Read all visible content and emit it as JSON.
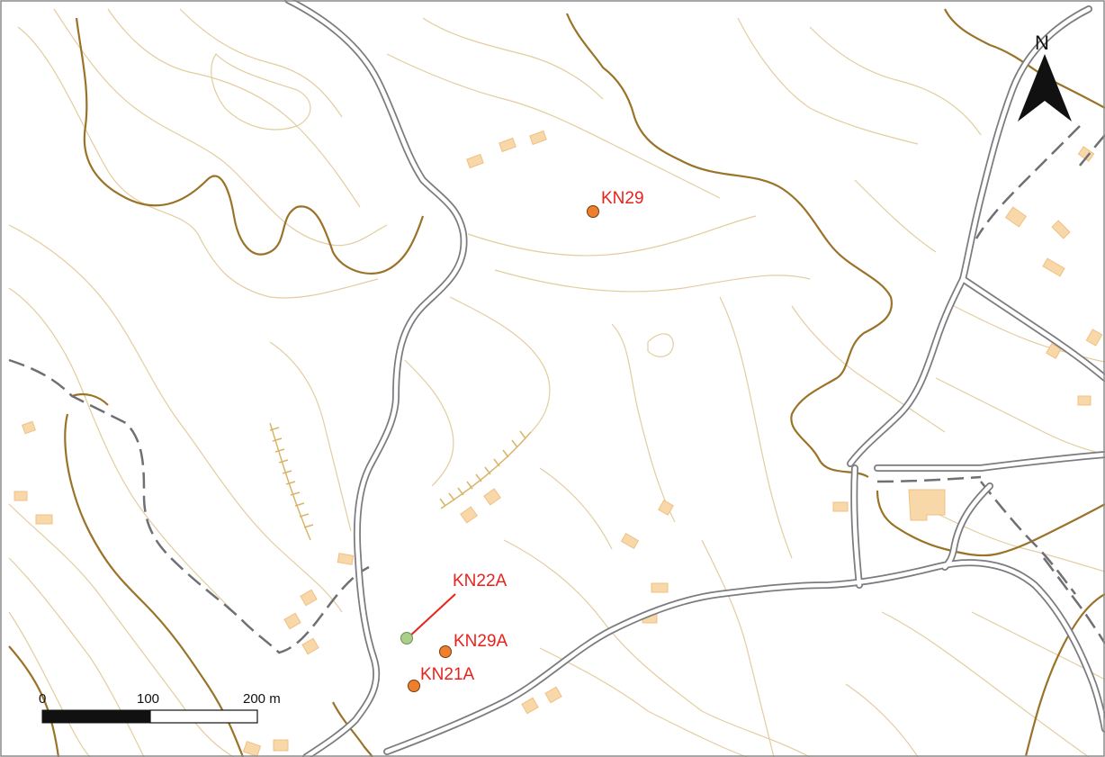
{
  "map": {
    "colors": {
      "background": "#ffffff",
      "index_contour": "#9a7328",
      "contour": "#e2cd9e",
      "road_outline": "#7c7c80",
      "road_fill": "#ffffff",
      "trail": "#6f6f74",
      "building": "#f8d7a8",
      "building_edge": "#f0c085",
      "site_orange": "#ee7f2d",
      "site_green": "#a9cf8a",
      "label": "#e8231c"
    },
    "north_arrow": {
      "label": "N",
      "icon": "north-arrow-icon"
    },
    "scale_bar": {
      "labels": [
        "0",
        "100",
        "200 m"
      ],
      "segments": [
        {
          "from": 0,
          "to": 100,
          "fill": "black"
        },
        {
          "from": 100,
          "to": 200,
          "fill": "white"
        }
      ]
    },
    "sites": [
      {
        "id": "KN29",
        "label": "KN29",
        "marker": "orange-circle"
      },
      {
        "id": "KN22A",
        "label": "KN22A",
        "marker": "green-circle"
      },
      {
        "id": "KN29A",
        "label": "KN29A",
        "marker": "orange-circle"
      },
      {
        "id": "KN21A",
        "label": "KN21A",
        "marker": "orange-circle"
      }
    ]
  }
}
